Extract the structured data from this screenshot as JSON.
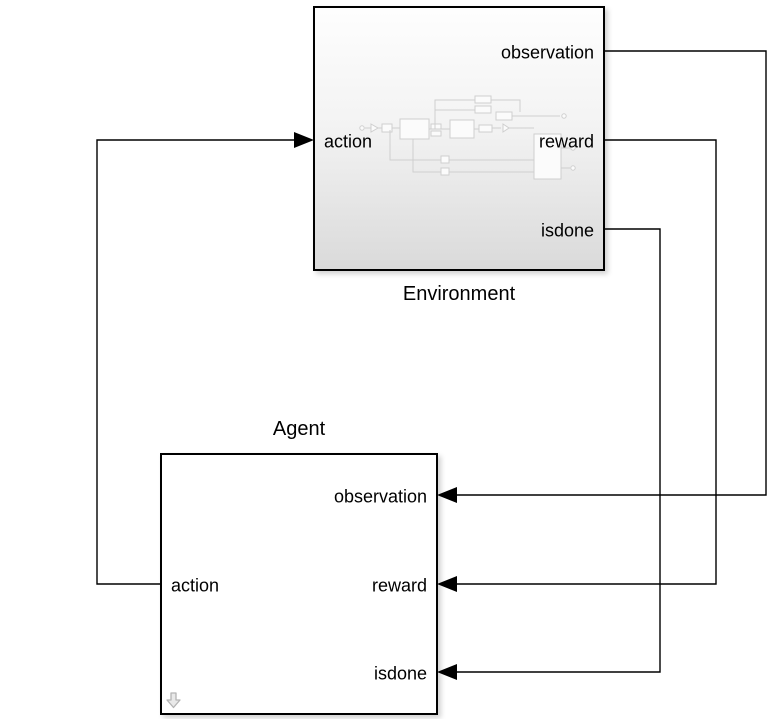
{
  "environment": {
    "title": "Environment",
    "ports": {
      "input_action": "action",
      "output_observation": "observation",
      "output_reward": "reward",
      "output_isdone": "isdone"
    }
  },
  "agent": {
    "title": "Agent",
    "ports": {
      "input_observation": "observation",
      "input_reward": "reward",
      "input_isdone": "isdone",
      "output_action": "action"
    }
  },
  "signals": [
    "observation",
    "reward",
    "isdone",
    "action"
  ],
  "colors": {
    "background": "#ffffff",
    "wire": "#000000",
    "block_border": "#000000",
    "env_gradient_top": "#fefefe",
    "env_gradient_bottom": "#dadada",
    "preview_stroke": "#cfcfcf",
    "badge_gray": "#b4b4b4"
  }
}
